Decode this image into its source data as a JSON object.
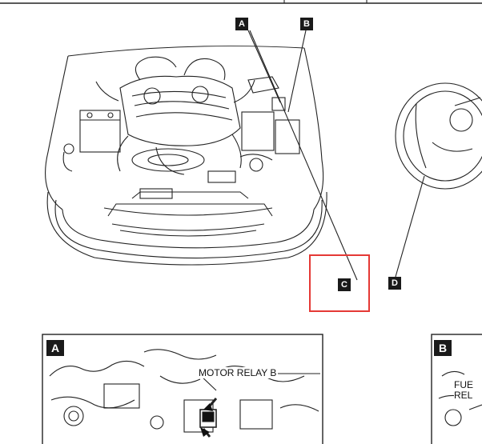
{
  "callouts": {
    "a": "A",
    "b": "B",
    "c": "C",
    "d": "D"
  },
  "detail_a": {
    "tag": "A",
    "label": "MOTOR RELAY B"
  },
  "detail_b": {
    "tag": "B",
    "label_line1": "FUE",
    "label_line2": "REL"
  },
  "colors": {
    "highlight": "#e53935",
    "line": "#222222"
  }
}
